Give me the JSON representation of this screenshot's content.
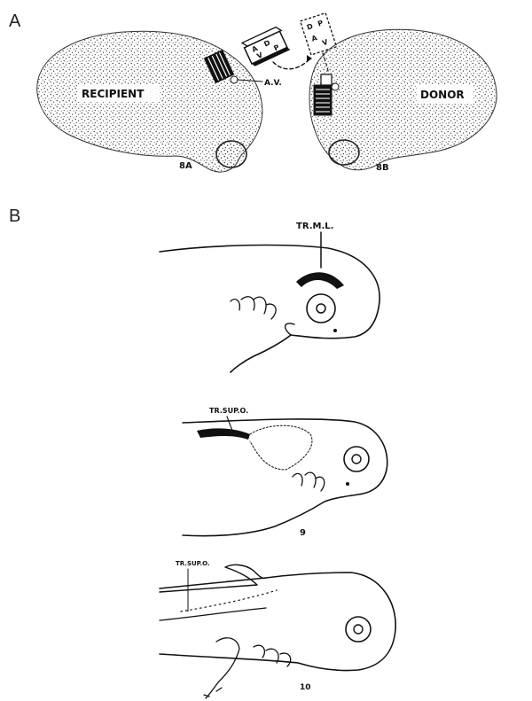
{
  "panels": {
    "a": {
      "letter": "A",
      "recipient_label": "RECIPIENT",
      "donor_label": "DONOR",
      "av_label": "A.V.",
      "fig_left": "8A",
      "fig_right": "8B",
      "block_letters_left": [
        "A",
        "D",
        "V",
        "P"
      ],
      "block_letters_right": [
        "D",
        "P",
        "A",
        "V"
      ]
    },
    "b": {
      "letter": "B",
      "fig1_label": "TR.M.L.",
      "fig2_label": "TR.SUP.O.",
      "fig2_number": "9",
      "fig3_label": "TR.SUP.O.",
      "fig3_number": "10"
    }
  },
  "colors": {
    "ink": "#111111",
    "stipple": "#555555",
    "background": "#ffffff"
  }
}
